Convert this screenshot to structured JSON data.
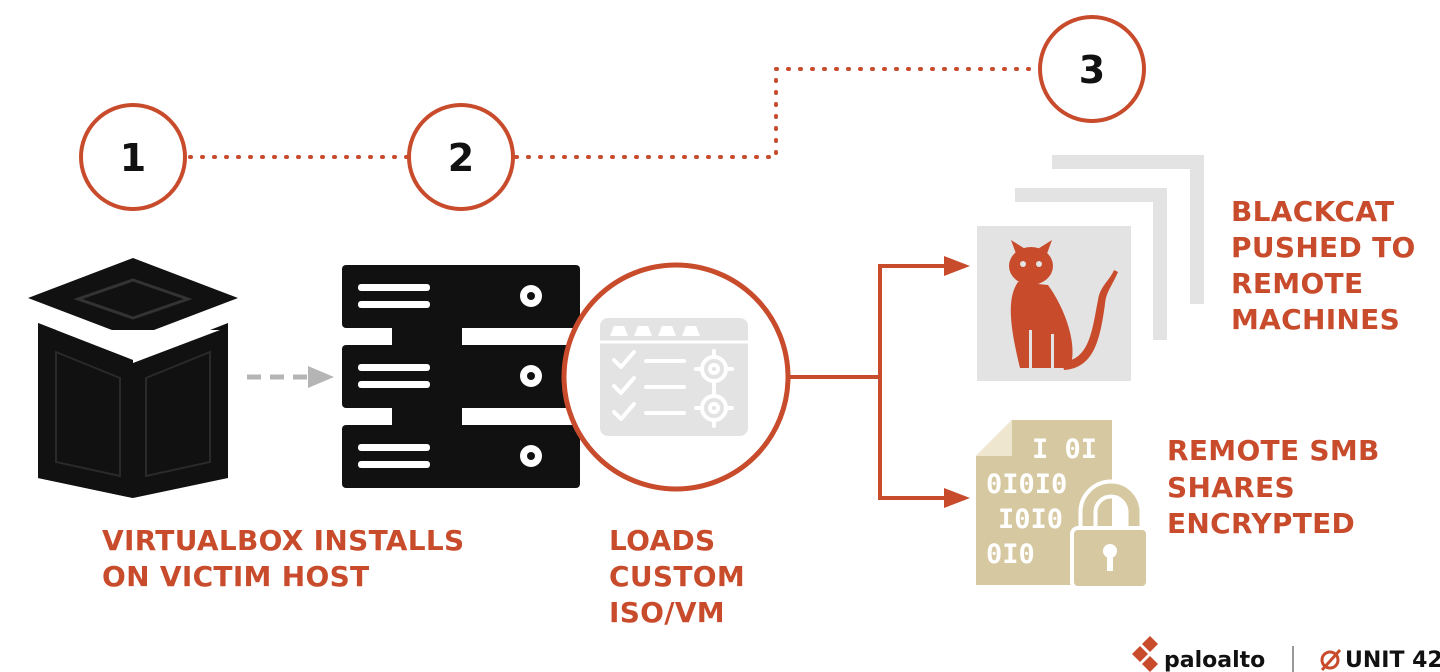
{
  "steps": [
    {
      "number": "1"
    },
    {
      "number": "2"
    },
    {
      "number": "3"
    }
  ],
  "labels": {
    "virtualbox": [
      "VIRTUALBOX INSTALLS",
      "ON VICTIM HOST"
    ],
    "loads": [
      "LOADS",
      "CUSTOM",
      "ISO/VM"
    ],
    "blackcat": [
      "BLACKCAT",
      "PUSHED TO",
      "REMOTE",
      "MACHINES"
    ],
    "smb": [
      "REMOTE SMB",
      "SHARES",
      "ENCRYPTED"
    ]
  },
  "binary_rows": [
    "I 0I",
    "0I0I0",
    "I0I0",
    "0I0"
  ],
  "branding": {
    "paloalto": "paloalto",
    "unit42": "UNIT 42"
  },
  "colors": {
    "accent": "#c84b2c",
    "black": "#111111",
    "grey": "#e3e3e3",
    "gold": "#d6c8a0"
  },
  "icons": [
    "virtualbox-cube-icon",
    "server-rack-icon",
    "config-window-icon",
    "blackcat-cat-icon",
    "encrypted-file-lock-icon"
  ]
}
